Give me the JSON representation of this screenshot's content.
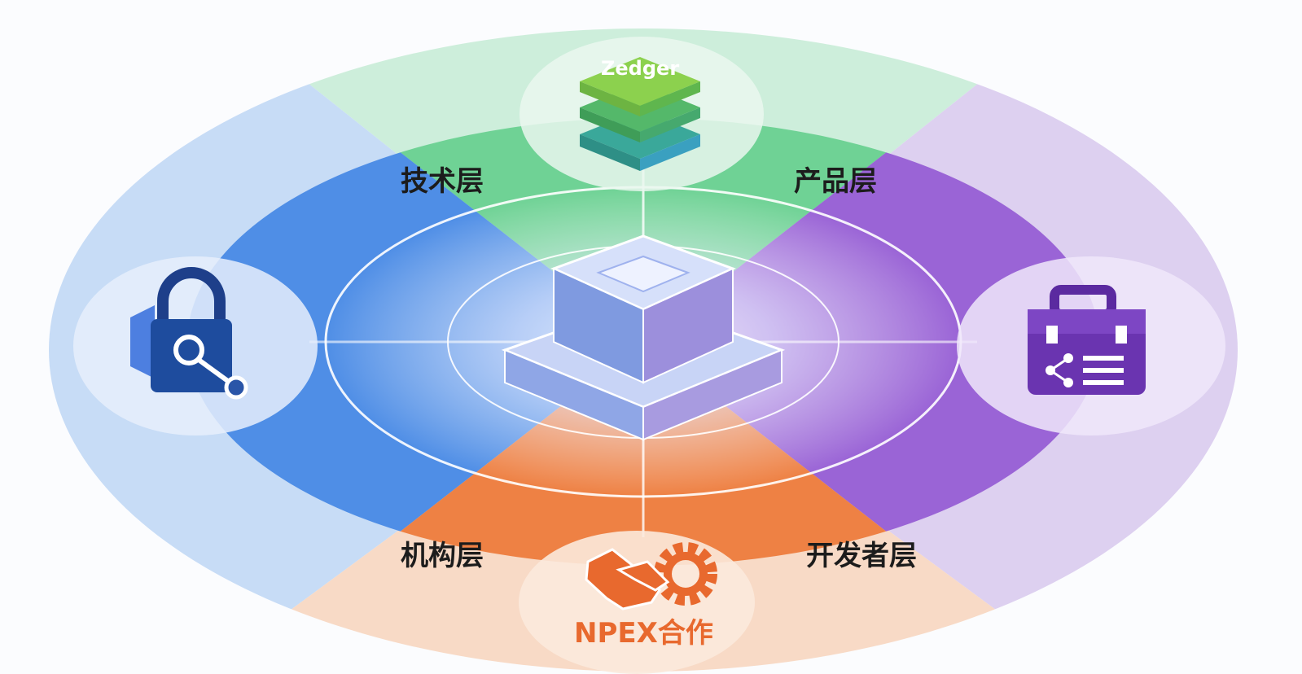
{
  "diagram": {
    "center_label": "",
    "top_node": {
      "label": "Zedger",
      "icon": "stacked-layers-icon"
    },
    "bottom_node": {
      "label": "NPEX合作",
      "icon": "handshake-gear-icon"
    },
    "left_node": {
      "icon": "lock-key-icon"
    },
    "right_node": {
      "icon": "toolbox-share-icon"
    },
    "layers": [
      {
        "label": "技术层",
        "color": "#5cc98a"
      },
      {
        "label": "产品层",
        "color": "#8a56d0"
      },
      {
        "label": "机构层",
        "color": "#ec7a3c"
      },
      {
        "label": "开发者层",
        "color": "#ec7a3c"
      }
    ],
    "colors": {
      "green": "#5cc98a",
      "blue": "#3f7fe0",
      "purple": "#8a56d0",
      "orange": "#ec7a3c"
    }
  }
}
